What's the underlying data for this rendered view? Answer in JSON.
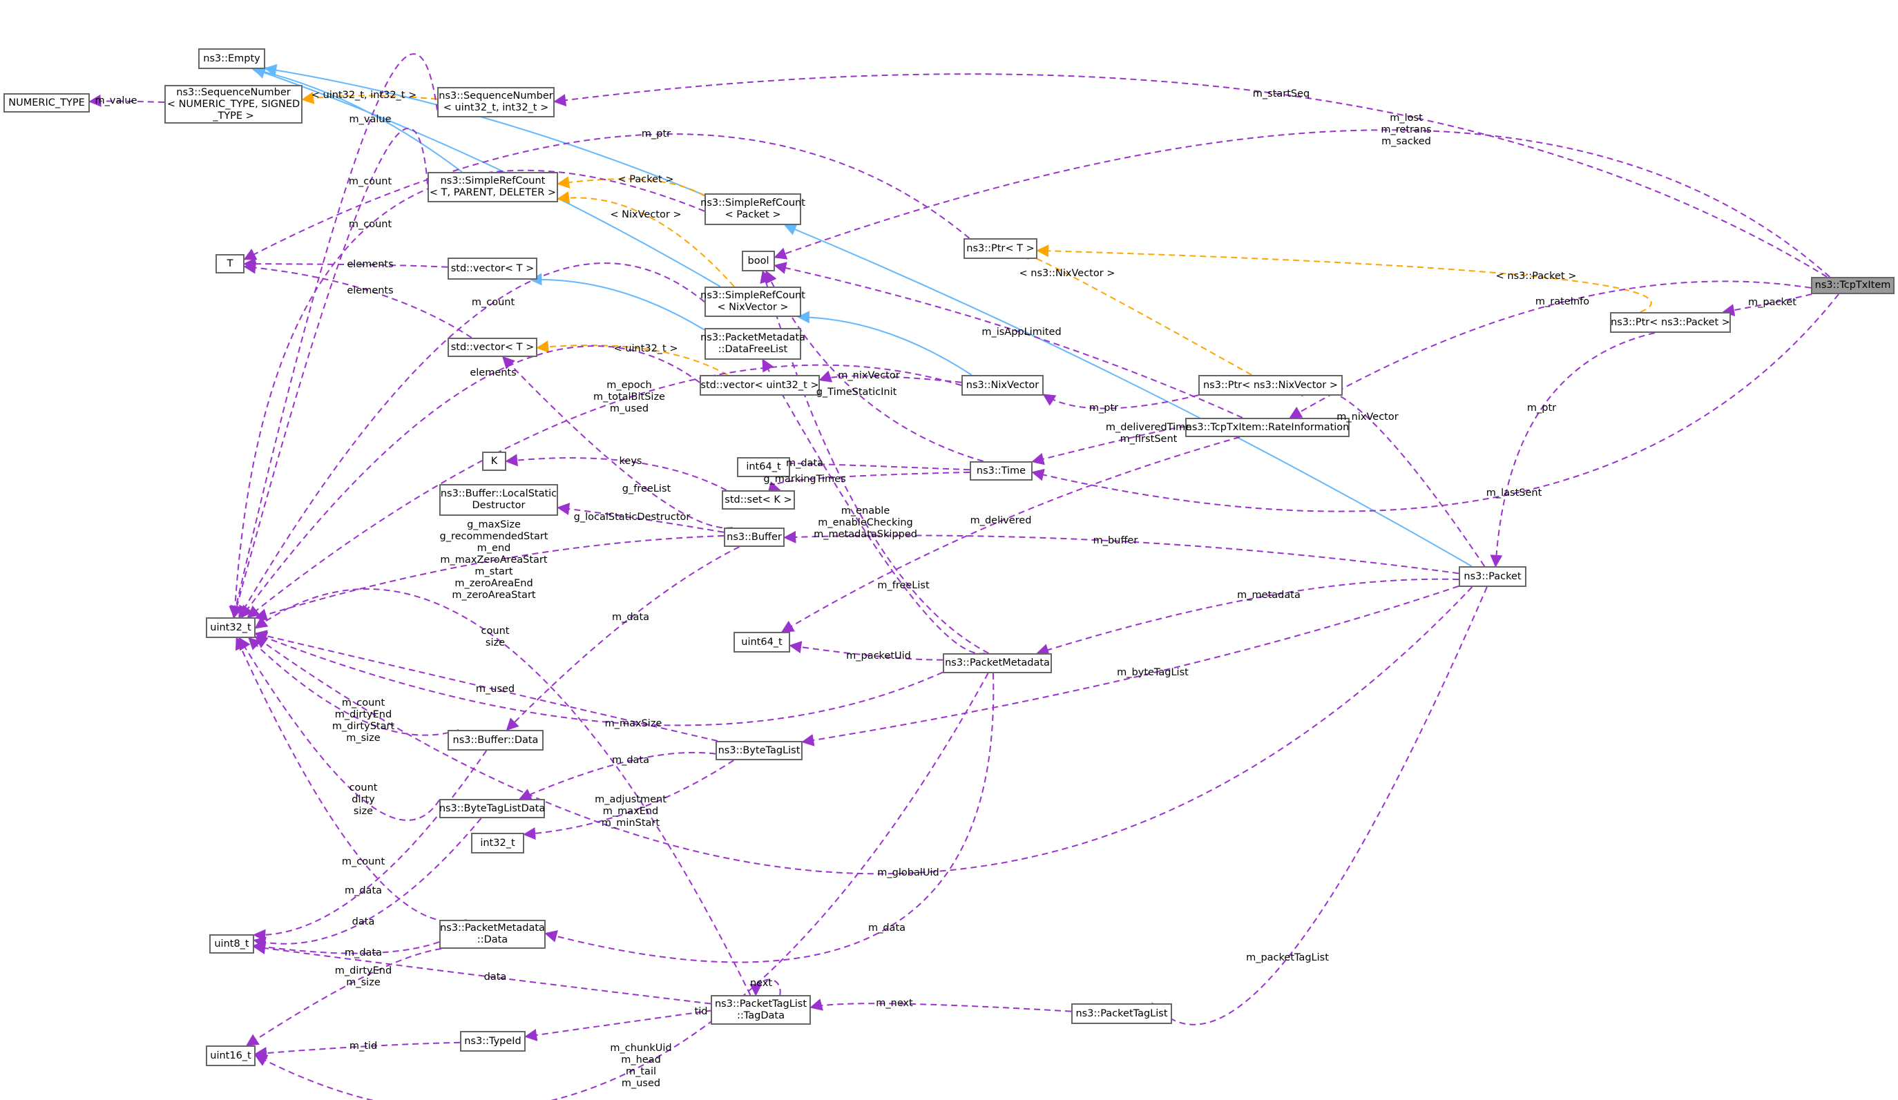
{
  "diagram": {
    "title": "ns3::TcpTxItem collaboration diagram",
    "colors": {
      "member": "#9a32cd",
      "template": "#ffa500",
      "inheritance": "#63b8ff",
      "node_border": "#666666",
      "focus_fill": "#999999"
    },
    "nodes": [
      {
        "id": "numeric_type",
        "label": "NUMERIC_TYPE"
      },
      {
        "id": "empty",
        "label": "ns3::Empty"
      },
      {
        "id": "seqnum_tpl",
        "label": "ns3::SequenceNumber\n< NUMERIC_TYPE, SIGNED\n_TYPE >"
      },
      {
        "id": "seqnum_u32",
        "label": "ns3::SequenceNumber\n< uint32_t, int32_t >"
      },
      {
        "id": "src_tpl",
        "label": "ns3::SimpleRefCount\n< T, PARENT, DELETER >"
      },
      {
        "id": "src_packet",
        "label": "ns3::SimpleRefCount\n< Packet >"
      },
      {
        "id": "bool",
        "label": "bool"
      },
      {
        "id": "ptr_t",
        "label": "ns3::Ptr< T >"
      },
      {
        "id": "t",
        "label": "T"
      },
      {
        "id": "vector_t1",
        "label": "std::vector< T >"
      },
      {
        "id": "src_nix",
        "label": "ns3::SimpleRefCount\n< NixVector >"
      },
      {
        "id": "pm_freelist",
        "label": "ns3::PacketMetadata\n::DataFreeList"
      },
      {
        "id": "vector_t2",
        "label": "std::vector< T >"
      },
      {
        "id": "vector_u32",
        "label": "std::vector< uint32_t >"
      },
      {
        "id": "nixvector",
        "label": "ns3::NixVector"
      },
      {
        "id": "ptr_nix",
        "label": "ns3::Ptr< ns3::NixVector >"
      },
      {
        "id": "rateinfo",
        "label": "ns3::TcpTxItem::RateInformation"
      },
      {
        "id": "tcptxitem",
        "label": "ns3::TcpTxItem",
        "focus": true
      },
      {
        "id": "ptr_packet",
        "label": "ns3::Ptr< ns3::Packet >"
      },
      {
        "id": "k",
        "label": "K"
      },
      {
        "id": "lsd",
        "label": "ns3::Buffer::LocalStatic\nDestructor"
      },
      {
        "id": "int64",
        "label": "int64_t"
      },
      {
        "id": "time",
        "label": "ns3::Time"
      },
      {
        "id": "set_k",
        "label": "std::set< K >"
      },
      {
        "id": "buffer",
        "label": "ns3::Buffer"
      },
      {
        "id": "uint32",
        "label": "uint32_t"
      },
      {
        "id": "uint64",
        "label": "uint64_t"
      },
      {
        "id": "pmeta",
        "label": "ns3::PacketMetadata"
      },
      {
        "id": "packet",
        "label": "ns3::Packet"
      },
      {
        "id": "bytetaglist",
        "label": "ns3::ByteTagList"
      },
      {
        "id": "buffer_data",
        "label": "ns3::Buffer::Data"
      },
      {
        "id": "btldata",
        "label": "ns3::ByteTagListData"
      },
      {
        "id": "int32",
        "label": "int32_t"
      },
      {
        "id": "uint8",
        "label": "uint8_t"
      },
      {
        "id": "pm_data",
        "label": "ns3::PacketMetadata\n::Data"
      },
      {
        "id": "tagdata",
        "label": "ns3::PacketTagList\n::TagData"
      },
      {
        "id": "packettaglist",
        "label": "ns3::PacketTagList"
      },
      {
        "id": "typeid",
        "label": "ns3::TypeId"
      },
      {
        "id": "uint16",
        "label": "uint16_t"
      }
    ],
    "edges": [
      {
        "from": "seqnum_tpl",
        "to": "numeric_type",
        "kind": "member",
        "label": "m_value"
      },
      {
        "from": "seqnum_u32",
        "to": "seqnum_tpl",
        "kind": "template",
        "label": "< uint32_t, int32_t >"
      },
      {
        "from": "src_tpl",
        "to": "empty",
        "kind": "inheritance",
        "label": ""
      },
      {
        "from": "src_packet",
        "to": "empty",
        "kind": "inheritance",
        "label": ""
      },
      {
        "from": "src_nix",
        "to": "empty",
        "kind": "inheritance",
        "label": ""
      },
      {
        "from": "seqnum_u32",
        "to": "uint32",
        "kind": "member",
        "label": "m_value"
      },
      {
        "from": "ptr_t",
        "to": "t",
        "kind": "member",
        "label": "m_ptr"
      },
      {
        "from": "src_tpl",
        "to": "uint32",
        "kind": "member",
        "label": "m_count"
      },
      {
        "from": "src_packet",
        "to": "src_tpl",
        "kind": "template",
        "label": "< Packet >"
      },
      {
        "from": "src_packet",
        "to": "uint32",
        "kind": "member",
        "label": "m_count"
      },
      {
        "from": "src_nix",
        "to": "src_tpl",
        "kind": "template",
        "label": "< NixVector >"
      },
      {
        "from": "vector_t1",
        "to": "t",
        "kind": "member",
        "label": "elements"
      },
      {
        "from": "vector_t2",
        "to": "t",
        "kind": "member",
        "label": "elements"
      },
      {
        "from": "src_nix",
        "to": "uint32",
        "kind": "member",
        "label": "m_count"
      },
      {
        "from": "pm_freelist",
        "to": "vector_t1",
        "kind": "inheritance",
        "label": ""
      },
      {
        "from": "vector_u32",
        "to": "vector_t2",
        "kind": "template",
        "label": "< uint32_t >"
      },
      {
        "from": "vector_u32",
        "to": "uint32",
        "kind": "member",
        "label": "elements"
      },
      {
        "from": "nixvector",
        "to": "uint32",
        "kind": "member",
        "label": "m_epoch\nm_totalBitSize\nm_used"
      },
      {
        "from": "nixvector",
        "to": "vector_u32",
        "kind": "member",
        "label": "m_nixVector"
      },
      {
        "from": "nixvector",
        "to": "src_nix",
        "kind": "inheritance",
        "label": ""
      },
      {
        "from": "packet",
        "to": "src_packet",
        "kind": "inheritance",
        "label": ""
      },
      {
        "from": "ptr_nix",
        "to": "nixvector",
        "kind": "member",
        "label": "m_ptr"
      },
      {
        "from": "ptr_nix",
        "to": "ptr_t",
        "kind": "template",
        "label": "< ns3::NixVector >"
      },
      {
        "from": "ptr_packet",
        "to": "ptr_t",
        "kind": "template",
        "label": "< ns3::Packet >"
      },
      {
        "from": "tcptxitem",
        "to": "seqnum_u32",
        "kind": "member",
        "label": "m_startSeq"
      },
      {
        "from": "tcptxitem",
        "to": "bool",
        "kind": "member",
        "label": "m_lost\nm_retrans\nm_sacked"
      },
      {
        "from": "tcptxitem",
        "to": "rateinfo",
        "kind": "member",
        "label": "m_rateInfo"
      },
      {
        "from": "tcptxitem",
        "to": "ptr_packet",
        "kind": "member",
        "label": "m_packet"
      },
      {
        "from": "tcptxitem",
        "to": "time",
        "kind": "member",
        "label": "m_lastSent"
      },
      {
        "from": "rateinfo",
        "to": "bool",
        "kind": "member",
        "label": "m_isAppLimited"
      },
      {
        "from": "rateinfo",
        "to": "time",
        "kind": "member",
        "label": "m_deliveredTime\nm_firstSent"
      },
      {
        "from": "rateinfo",
        "to": "uint64",
        "kind": "member",
        "label": "m_delivered"
      },
      {
        "from": "ptr_packet",
        "to": "packet",
        "kind": "member",
        "label": "m_ptr"
      },
      {
        "from": "time",
        "to": "int64",
        "kind": "member",
        "label": "m_data"
      },
      {
        "from": "time",
        "to": "set_k",
        "kind": "member",
        "label": "g_markingTimes"
      },
      {
        "from": "time",
        "to": "bool",
        "kind": "member",
        "label": "g_TimeStaticInit"
      },
      {
        "from": "set_k",
        "to": "k",
        "kind": "member",
        "label": "keys"
      },
      {
        "from": "buffer",
        "to": "lsd",
        "kind": "member",
        "label": "g_localStaticDestructor"
      },
      {
        "from": "buffer",
        "to": "vector_t2",
        "kind": "member",
        "label": "g_freeList"
      },
      {
        "from": "buffer",
        "to": "uint32",
        "kind": "member",
        "label": "g_maxSize\ng_recommendedStart\nm_end\nm_maxZeroAreaStart\nm_start\nm_zeroAreaEnd\nm_zeroAreaStart"
      },
      {
        "from": "buffer",
        "to": "buffer_data",
        "kind": "member",
        "label": "m_data"
      },
      {
        "from": "packet",
        "to": "buffer",
        "kind": "member",
        "label": "m_buffer"
      },
      {
        "from": "packet",
        "to": "ptr_nix",
        "kind": "member",
        "label": "m_nixVector"
      },
      {
        "from": "packet",
        "to": "pmeta",
        "kind": "member",
        "label": "m_metadata"
      },
      {
        "from": "packet",
        "to": "bytetaglist",
        "kind": "member",
        "label": "m_byteTagList"
      },
      {
        "from": "packet",
        "to": "packettaglist",
        "kind": "member",
        "label": "m_packetTagList"
      },
      {
        "from": "packet",
        "to": "uint32",
        "kind": "member",
        "label": "m_globalUid"
      },
      {
        "from": "pmeta",
        "to": "bool",
        "kind": "member",
        "label": "m_enable\nm_enableChecking\nm_metadataSkipped"
      },
      {
        "from": "pmeta",
        "to": "pm_freelist",
        "kind": "member",
        "label": "m_freeList"
      },
      {
        "from": "pmeta",
        "to": "uint64",
        "kind": "member",
        "label": "m_packetUid"
      },
      {
        "from": "pmeta",
        "to": "uint32",
        "kind": "member",
        "label": "m_maxSize"
      },
      {
        "from": "pmeta",
        "to": "pm_data",
        "kind": "member",
        "label": "m_data"
      },
      {
        "from": "pmeta",
        "to": "uint16",
        "kind": "member",
        "label": "m_chunkUid\nm_head\nm_tail\nm_used"
      },
      {
        "from": "tagdata",
        "to": "uint32",
        "kind": "member",
        "label": "count\nsize"
      },
      {
        "from": "bytetaglist",
        "to": "uint32",
        "kind": "member",
        "label": "m_used"
      },
      {
        "from": "bytetaglist",
        "to": "btldata",
        "kind": "member",
        "label": "m_data"
      },
      {
        "from": "bytetaglist",
        "to": "int32",
        "kind": "member",
        "label": "m_adjustment\nm_maxEnd\nm_minStart"
      },
      {
        "from": "buffer_data",
        "to": "uint32",
        "kind": "member",
        "label": "m_count\nm_dirtyEnd\nm_dirtyStart\nm_size"
      },
      {
        "from": "buffer_data",
        "to": "uint8",
        "kind": "member",
        "label": "m_data"
      },
      {
        "from": "btldata",
        "to": "uint32",
        "kind": "member",
        "label": "count\ndirty\nsize"
      },
      {
        "from": "btldata",
        "to": "uint8",
        "kind": "member",
        "label": "data"
      },
      {
        "from": "pm_data",
        "to": "uint32",
        "kind": "member",
        "label": "m_count"
      },
      {
        "from": "pm_data",
        "to": "uint8",
        "kind": "member",
        "label": "m_data"
      },
      {
        "from": "pm_data",
        "to": "uint16",
        "kind": "member",
        "label": "m_dirtyEnd\nm_size"
      },
      {
        "from": "tagdata",
        "to": "uint8",
        "kind": "member",
        "label": "data"
      },
      {
        "from": "tagdata",
        "to": "tagdata",
        "kind": "member",
        "label": "next"
      },
      {
        "from": "tagdata",
        "to": "typeid",
        "kind": "member",
        "label": "tid"
      },
      {
        "from": "packettaglist",
        "to": "tagdata",
        "kind": "member",
        "label": "m_next"
      },
      {
        "from": "typeid",
        "to": "uint16",
        "kind": "member",
        "label": "m_tid"
      }
    ]
  }
}
